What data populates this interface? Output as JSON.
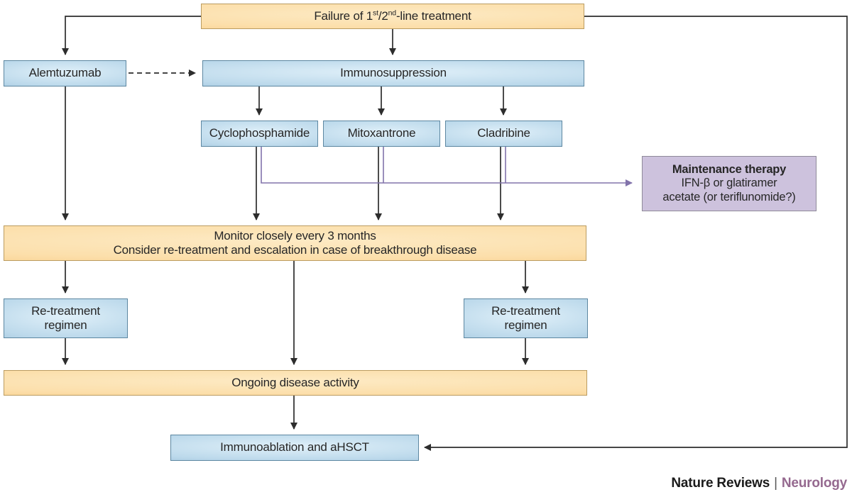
{
  "diagram": {
    "nodes": {
      "failure": {
        "p1": "Failure of 1",
        "sup1": "st",
        "p2": "/2",
        "sup2": "nd",
        "p3": "-line treatment"
      },
      "alemtuzumab": {
        "label": "Alemtuzumab"
      },
      "immunosuppression": {
        "label": "Immunosuppression"
      },
      "cyclophosphamide": {
        "label": "Cyclophosphamide"
      },
      "mitoxantrone": {
        "label": "Mitoxantrone"
      },
      "cladribine": {
        "label": "Cladribine"
      },
      "maintenance": {
        "title": "Maintenance therapy",
        "line1": "IFN-β or glatiramer",
        "line2": "acetate (or teriflunomide?)"
      },
      "monitor": {
        "line1": "Monitor closely every 3 months",
        "line2": "Consider re-treatment and escalation in case of breakthrough disease"
      },
      "retreatment_left": {
        "label": "Re-treatment regimen"
      },
      "retreatment_right": {
        "label": "Re-treatment regimen"
      },
      "ongoing": {
        "label": "Ongoing disease activity"
      },
      "immunoablation": {
        "label": "Immunoablation and aHSCT"
      }
    },
    "footer": {
      "publisher": "Nature Reviews",
      "separator": "|",
      "journal": "Neurology"
    },
    "colors": {
      "yellow_fill": "#fcdfab",
      "yellow_border": "#bb9c61",
      "blue_fill": "#bcd9eb",
      "blue_border": "#5d87a1",
      "purple_box_fill": "#cdc2dd",
      "purple_box_border": "#8f8a99",
      "purple_arrow": "#8273ab",
      "black_arrow": "#2d2d2d",
      "journal_text": "#95698f"
    }
  }
}
